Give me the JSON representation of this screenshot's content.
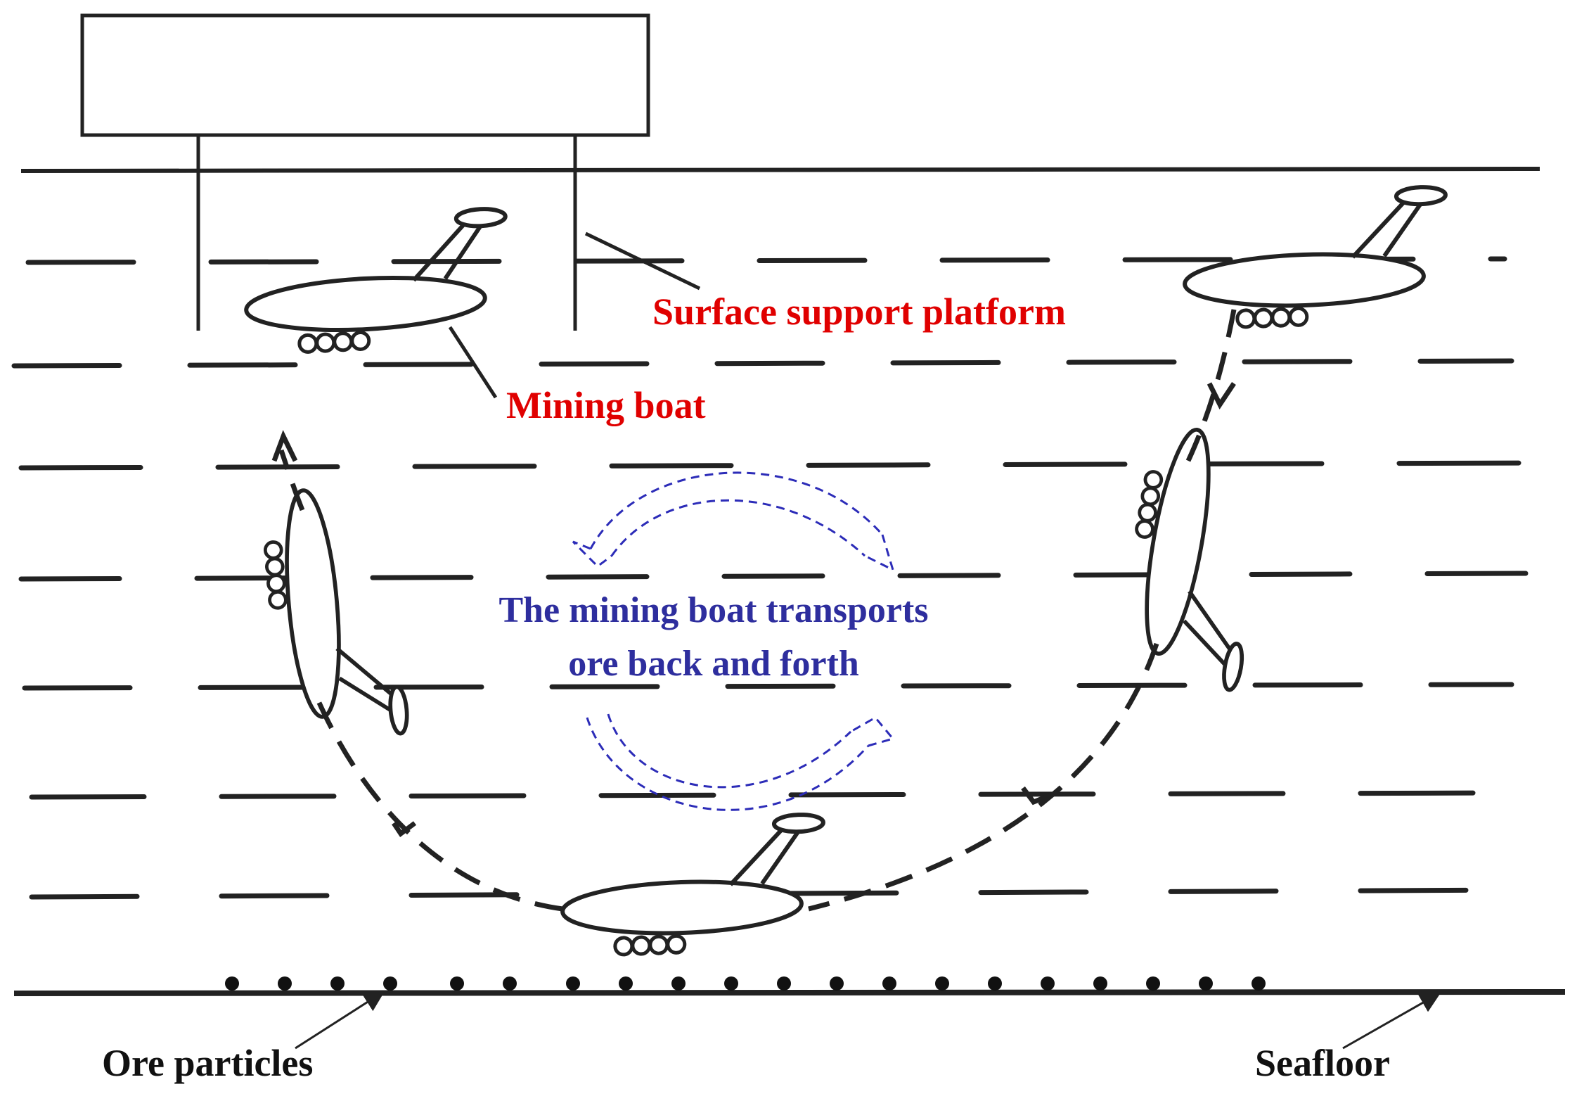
{
  "labels": {
    "surface_platform": "Surface support platform",
    "mining_boat": "Mining boat",
    "transport_line1": "The mining boat transports",
    "transport_line2": "ore back and forth",
    "ore_particles": "Ore particles",
    "seafloor": "Seafloor"
  },
  "colors": {
    "label_red": "#e00000",
    "label_blue": "#2e2e9e",
    "line_black": "#222222",
    "cycle_arrow": "#2c2cb8"
  },
  "icons": [
    "platform-box",
    "mining-boat-icon",
    "ore-particle",
    "cycle-arrow-icon"
  ]
}
